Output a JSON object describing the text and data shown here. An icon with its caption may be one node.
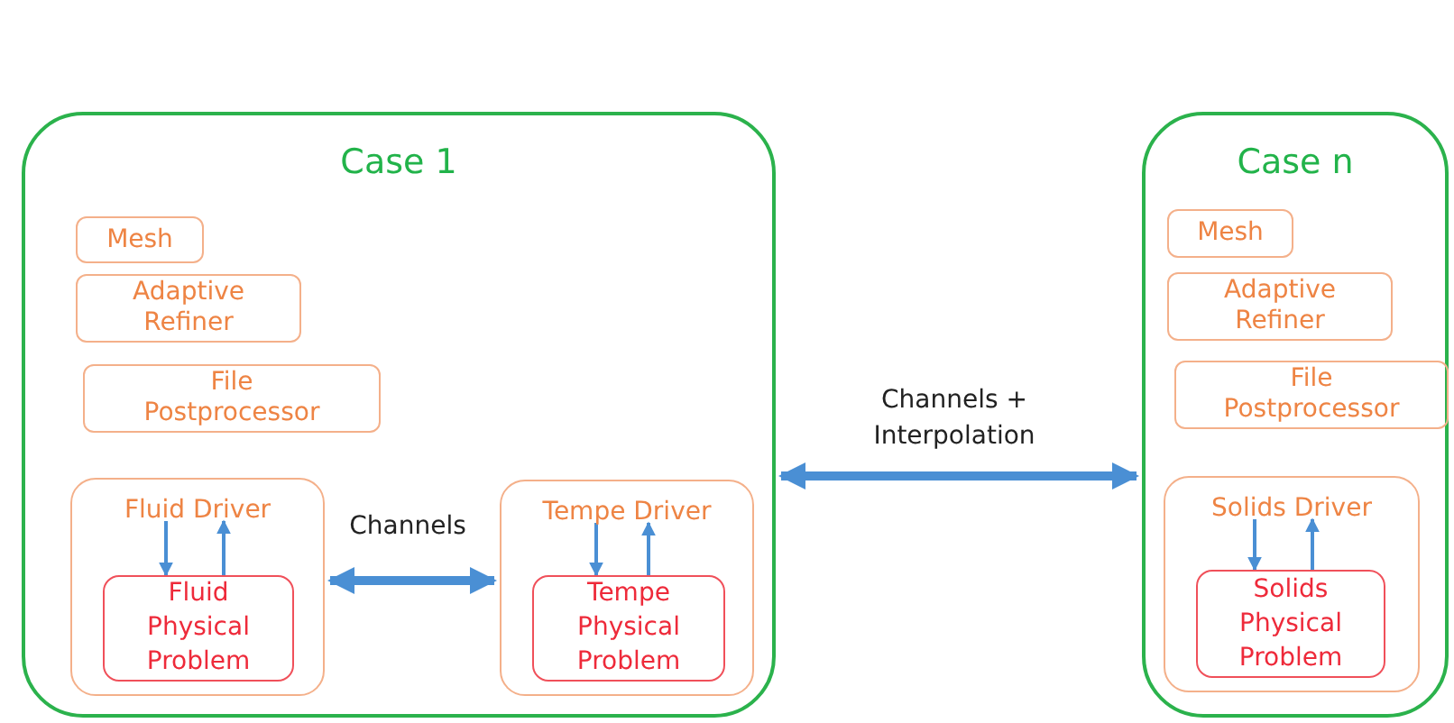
{
  "diagram": {
    "nodes": [
      {
        "text": [
          "Case 1"
        ]
      },
      {
        "text": [
          "Mesh"
        ],
        "in": 0
      },
      {
        "text": [
          "Adaptive Refiner"
        ],
        "in": 0
      },
      {
        "text": [
          "File Postprocessor"
        ],
        "in": 0
      },
      {
        "text": [
          "Fluid Driver"
        ],
        "in": 0
      },
      {
        "text": [
          "Fluid Physical Problem"
        ],
        "in": 4
      },
      {
        "text": [
          "Tempe Driver"
        ],
        "in": 0
      },
      {
        "text": [
          "Tempe Physical Problem"
        ],
        "in": 6
      },
      {
        "text": [
          "Case n"
        ]
      },
      {
        "text": [
          "Mesh"
        ],
        "in": 8
      },
      {
        "text": [
          "Adaptive Refiner"
        ],
        "in": 8
      },
      {
        "text": [
          "File Postprocessor"
        ],
        "in": 8
      },
      {
        "text": [
          "Solids Driver"
        ],
        "in": 8
      },
      {
        "text": [
          "Solids Physical Problem"
        ],
        "in": 12
      }
    ],
    "edges": [
      {
        "from": 4,
        "to": 5,
        "arrow": "to"
      },
      {
        "from": 5,
        "to": 4,
        "arrow": "to"
      },
      {
        "from": 6,
        "to": 7,
        "arrow": "to"
      },
      {
        "from": 7,
        "to": 6,
        "arrow": "to"
      },
      {
        "from": 12,
        "to": 13,
        "arrow": "to"
      },
      {
        "from": 13,
        "to": 12,
        "arrow": "to"
      },
      {
        "from": 4,
        "to": 6,
        "arrow": "both",
        "label": "Channels",
        "style": "thick"
      },
      {
        "from": 0,
        "to": 8,
        "arrow": "both",
        "label": "Channels + Interpolation",
        "style": "thick"
      }
    ]
  }
}
